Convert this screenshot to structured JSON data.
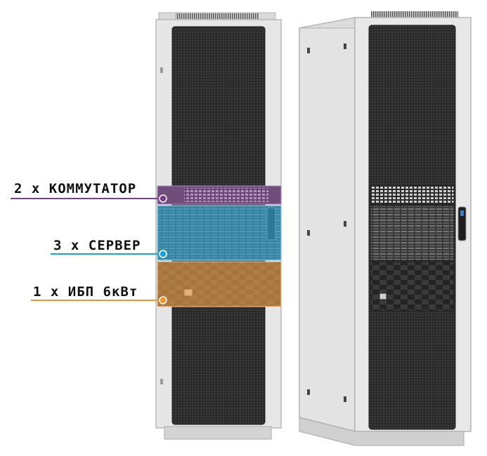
{
  "callouts": [
    {
      "label": "2 x КОММУТАТОР",
      "color": "#7b3f8f",
      "fill": "#9a5fb0"
    },
    {
      "label": "3 x СЕРВЕР",
      "color": "#1ba3d6",
      "fill": "#36b5e8"
    },
    {
      "label": "1 x ИБП 6кВт",
      "color": "#e9972e",
      "fill": "#eca24b"
    }
  ],
  "colors": {
    "frame": "#e6e6e6",
    "frame_shade": "#cfcfcf",
    "mesh": "#2f2f2f",
    "equipment": "#3a3a3a"
  }
}
